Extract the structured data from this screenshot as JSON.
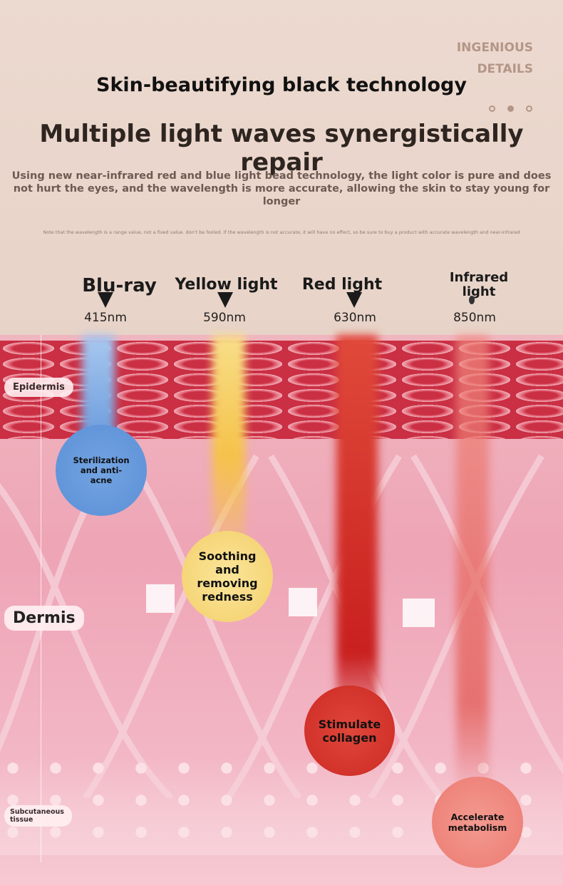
{
  "header": {
    "brand_line1": "INGENIOUS",
    "brand_line2": "DETAILS",
    "subtitle": "Skin-beautifying black technology",
    "title": "Multiple light waves synergistically repair",
    "description": "Using new near-infrared red and blue light bead technology, the light color is pure and does not hurt the eyes, and the wavelength is more accurate, allowing the skin to stay young for longer",
    "note": "Note that the wavelength is a range value, not a fixed value. don't be fooled. If the wavelength is not accurate, it will have no effect, so be sure to buy a product with accurate wavelength and near-infrared"
  },
  "lights": [
    {
      "name": "Blu-ray",
      "wavelength": "415nm",
      "color": "#5a8fd6"
    },
    {
      "name": "Yellow light",
      "wavelength": "590nm",
      "color": "#f5c24a"
    },
    {
      "name": "Red light",
      "wavelength": "630nm",
      "color": "#c9201f"
    },
    {
      "name": "Infrared light",
      "wavelength": "850nm",
      "color": "#e2584f"
    }
  ],
  "layers": {
    "epidermis": "Epidermis",
    "dermis": "Dermis",
    "subcutaneous": "Subcutaneous tissue"
  },
  "effects": [
    "Sterilization and anti-acne",
    "Soothing and removing redness",
    "Stimulate collagen",
    "Accelerate metabolism"
  ]
}
